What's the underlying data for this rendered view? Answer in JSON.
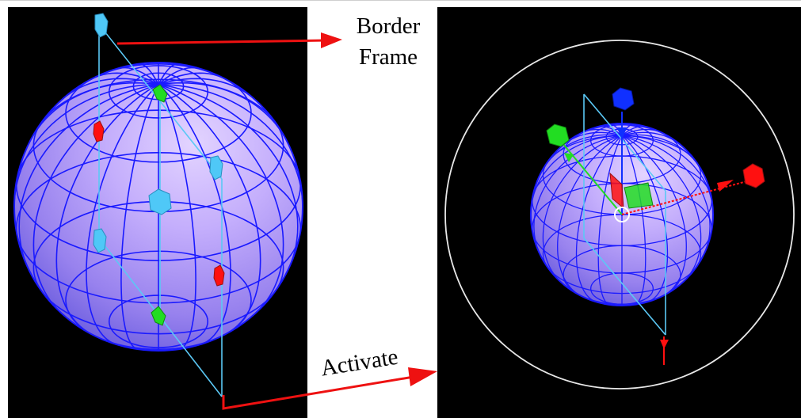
{
  "annotations": {
    "border_label_line1": "Border",
    "border_label_line2": "Frame",
    "activate_label": "Activate"
  },
  "colors": {
    "background": "#ffffff",
    "viewport": "#000000",
    "sphere_fill": "#a98ff0",
    "sphere_grid": "#1a1aff",
    "frame_line": "#5bc8f5",
    "handle_cyan": "#4fc8f7",
    "handle_green": "#22dd22",
    "handle_red": "#ff1010",
    "handle_blue": "#1030ff",
    "arrow": "#ee1111",
    "gizmo_ring": "#e8e8e8"
  },
  "icons": [
    "border-frame-handle-icon",
    "rotate-handle-icon",
    "move-arrow-icon"
  ]
}
